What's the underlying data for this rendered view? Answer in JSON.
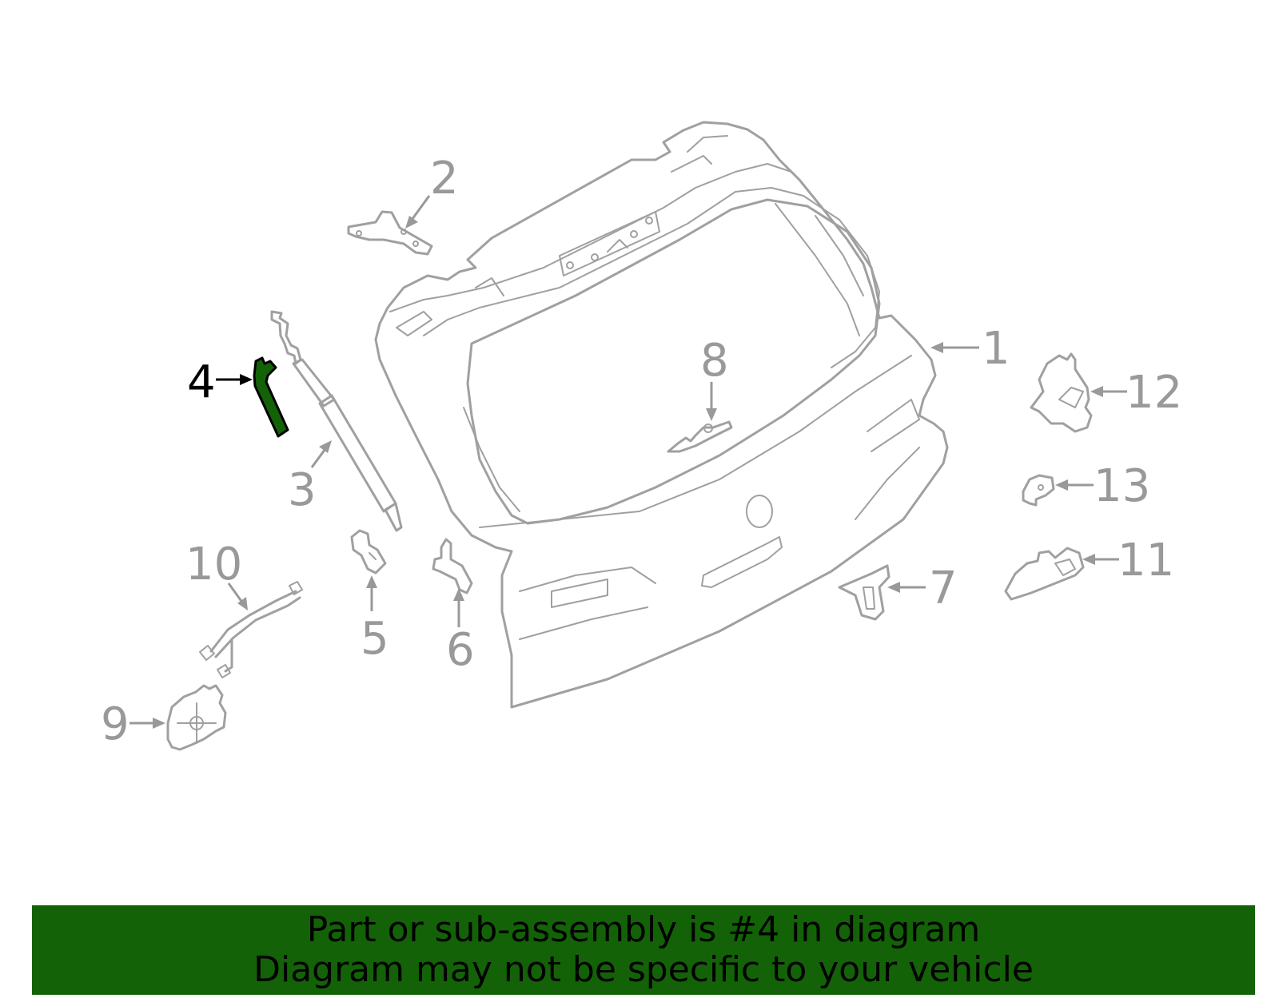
{
  "diagram": {
    "highlighted_part": "4",
    "highlight_color": "#136207",
    "line_color": "#a0a0a0",
    "callouts": [
      {
        "id": "1",
        "label": "1"
      },
      {
        "id": "2",
        "label": "2"
      },
      {
        "id": "3",
        "label": "3"
      },
      {
        "id": "4",
        "label": "4"
      },
      {
        "id": "5",
        "label": "5"
      },
      {
        "id": "6",
        "label": "6"
      },
      {
        "id": "7",
        "label": "7"
      },
      {
        "id": "8",
        "label": "8"
      },
      {
        "id": "9",
        "label": "9"
      },
      {
        "id": "10",
        "label": "10"
      },
      {
        "id": "11",
        "label": "11"
      },
      {
        "id": "12",
        "label": "12"
      },
      {
        "id": "13",
        "label": "13"
      }
    ]
  },
  "banner": {
    "line1": "Part or sub-assembly is #4 in diagram",
    "line2": "Diagram may not be specific to your vehicle",
    "background": "#136207"
  }
}
